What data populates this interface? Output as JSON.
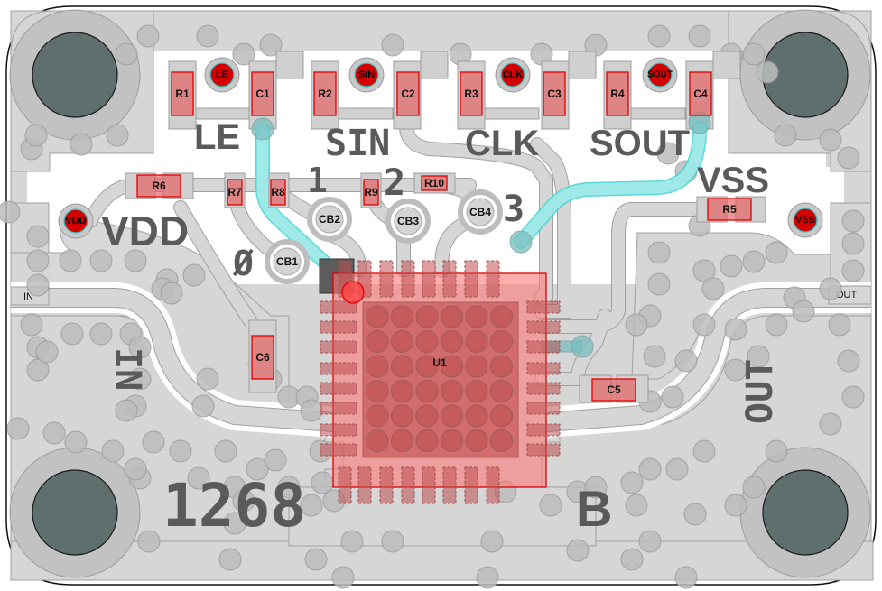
{
  "board": {
    "part_number": "1268",
    "revision": "B",
    "highlight_color": "#40d2d2",
    "component_color": "#e00000",
    "copper_color": "#d6d6d6"
  },
  "silkscreen": {
    "le": "LE",
    "sin": "SIN",
    "clk": "CLK",
    "sout": "SOUT",
    "vss": "VSS",
    "vdd": "VDD",
    "in": "IN",
    "out": "OUT",
    "num_0": "Ø",
    "num_1": "1",
    "num_2": "2",
    "num_3": "3"
  },
  "ports": {
    "in": "IN",
    "out": "OUT"
  },
  "test_points": {
    "le": "LE",
    "sin": "SIN",
    "clk": "CLK",
    "sout": "SOUT",
    "vdd": "VDD",
    "vss": "VSS"
  },
  "control_bits": {
    "cb1": "CB1",
    "cb2": "CB2",
    "cb3": "CB3",
    "cb4": "CB4"
  },
  "components": {
    "r1": "R1",
    "r2": "R2",
    "r3": "R3",
    "r4": "R4",
    "r5": "R5",
    "r6": "R6",
    "r7": "R7",
    "r8": "R8",
    "r9": "R9",
    "r10": "R10",
    "c1": "C1",
    "c2": "C2",
    "c3": "C3",
    "c4": "C4",
    "c5": "C5",
    "c6": "C6",
    "u1": "U1"
  }
}
